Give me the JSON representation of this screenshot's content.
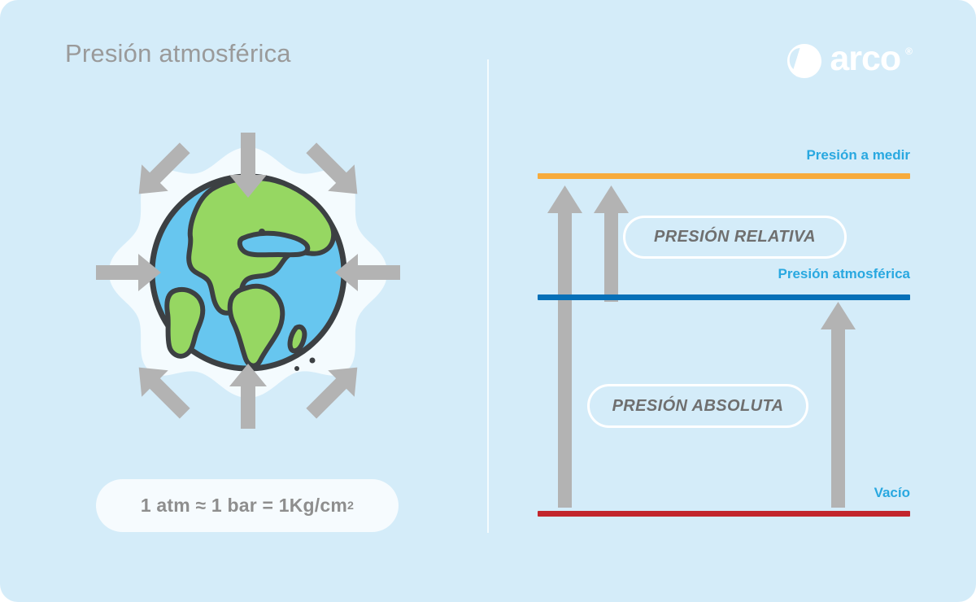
{
  "header": {
    "title": "Presión atmosférica",
    "brand_word": "arco",
    "brand_registered": "®",
    "brand_mark_icon": "arco-swoosh-icon"
  },
  "left_panel": {
    "illustration_icon": "earth-globe-with-inward-pressure-arrows-icon",
    "formula": "1 atm ≈ 1 bar = 1Kg/cm",
    "formula_superscript": "2"
  },
  "diagram": {
    "lines": [
      {
        "id": "measure",
        "label": "Presión a medir",
        "color": "#f7ab3c"
      },
      {
        "id": "atmospheric",
        "label": "Presión atmosférica",
        "color": "#0670b8"
      },
      {
        "id": "vacuum",
        "label": "Vacío",
        "color": "#c2252c"
      }
    ],
    "labels": {
      "measure": "Presión a medir",
      "atmospheric": "Presión atmosférica",
      "vacuum": "Vacío"
    },
    "pills": {
      "relativa": "PRESIÓN RELATIVA",
      "absoluta": "PRESIÓN ABSOLUTA"
    },
    "arrows": [
      {
        "name": "arrow-absolute-left",
        "from": "vacuum",
        "to": "measure"
      },
      {
        "name": "arrow-relative",
        "from": "atmospheric",
        "to": "measure"
      },
      {
        "name": "arrow-absolute-right",
        "from": "vacuum",
        "to": "atmospheric"
      }
    ]
  },
  "colors": {
    "background": "#d4ecf9",
    "label_blue": "#29a8e0",
    "line_orange": "#f7ab3c",
    "line_blue": "#0670b8",
    "line_red": "#c2252c",
    "arrow_gray": "#b3b3b3",
    "text_gray": "#9a9a9a",
    "pill_text_gray": "#6f6f6f",
    "cloud_white": "#f4fbfe",
    "globe_ocean": "#67c6ef",
    "globe_land": "#96d762",
    "globe_outline": "#3c4043"
  }
}
